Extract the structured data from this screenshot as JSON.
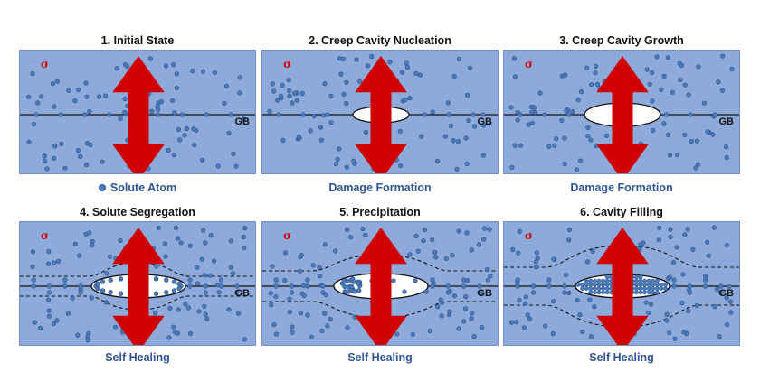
{
  "panels": [
    {
      "title": "1. Initial State",
      "caption": "Solute Atom",
      "caption_has_dot": true,
      "gb": "GB",
      "sigma": "σ",
      "cavity": "none"
    },
    {
      "title": "2. Creep Cavity Nucleation",
      "caption": "Damage Formation",
      "caption_has_dot": false,
      "gb": "GB",
      "sigma": "σ",
      "cavity": "small"
    },
    {
      "title": "3. Creep Cavity Growth",
      "caption": "Damage Formation",
      "caption_has_dot": false,
      "gb": "GB",
      "sigma": "σ",
      "cavity": "large"
    },
    {
      "title": "4. Solute Segregation",
      "caption": "Self Healing",
      "caption_has_dot": false,
      "gb": "GB",
      "sigma": "σ",
      "cavity": "segregation"
    },
    {
      "title": "5. Precipitation",
      "caption": "Self Healing",
      "caption_has_dot": false,
      "gb": "GB",
      "sigma": "σ",
      "cavity": "precipitation"
    },
    {
      "title": "6. Cavity Filling",
      "caption": "Self Healing",
      "caption_has_dot": false,
      "gb": "GB",
      "sigma": "σ",
      "cavity": "filled"
    }
  ],
  "colors": {
    "matrix": "#8eaadb",
    "solute_fill": "#4a7bbf",
    "solute_stroke": "#2c4f82",
    "cavity": "#ffffff",
    "stress_arrow": "#d00000",
    "caption_text": "#2f5597"
  }
}
